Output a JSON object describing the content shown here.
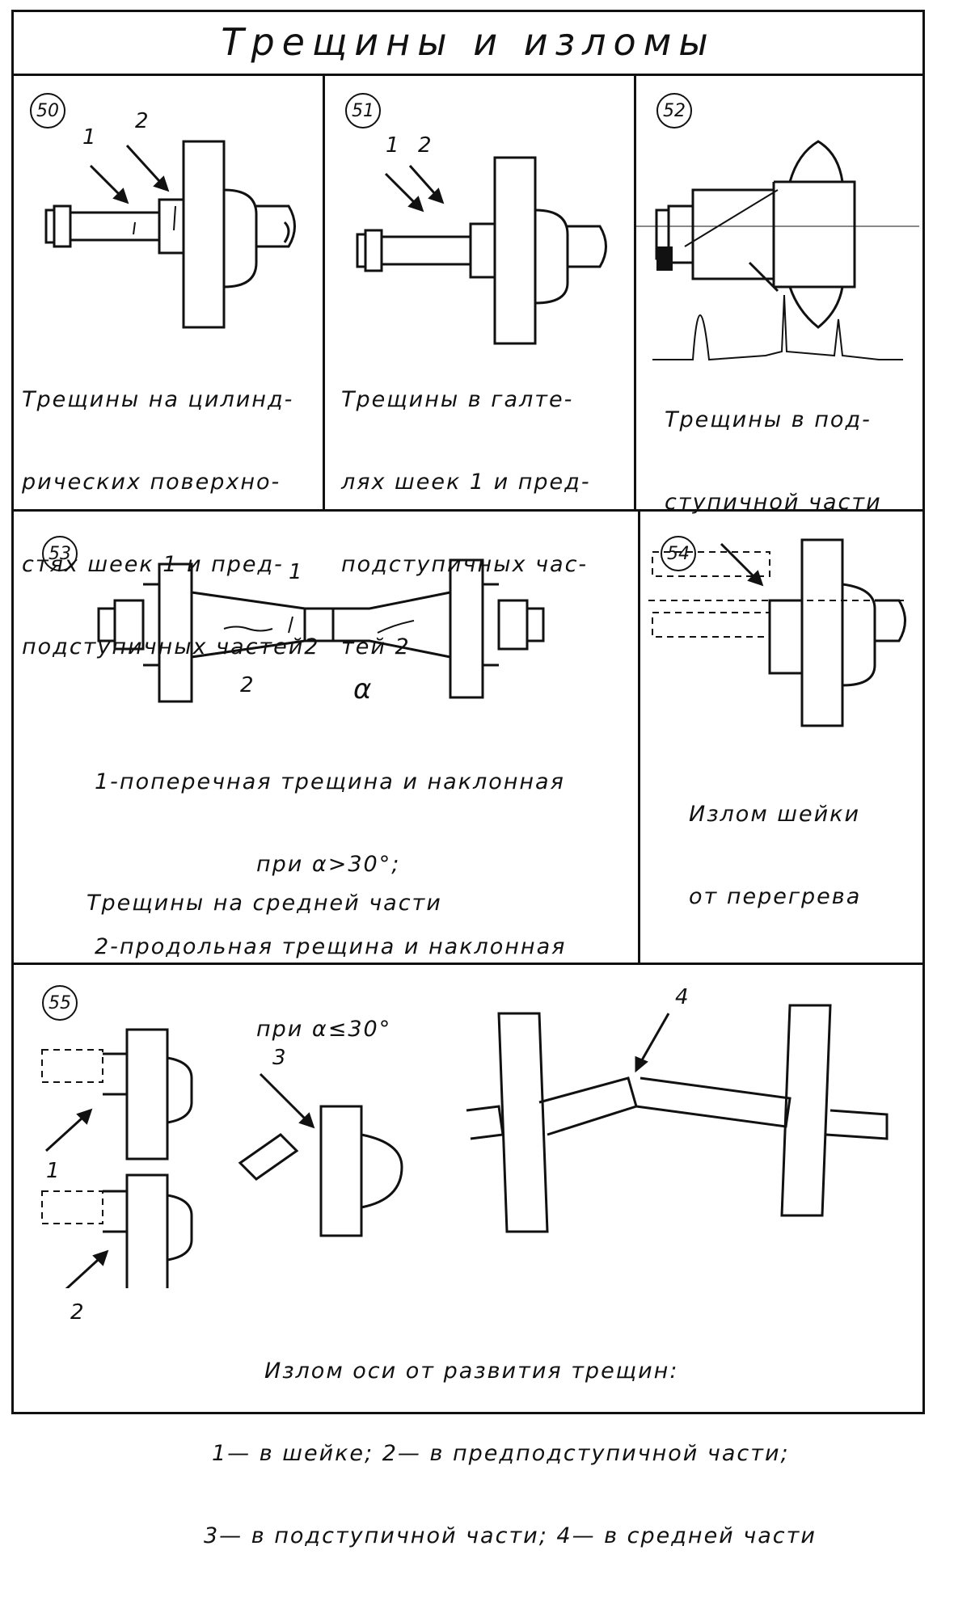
{
  "title": "Трещины и изломы",
  "panels": [
    {
      "num": "50",
      "labels": [
        "1",
        "2"
      ],
      "caption": [
        "Трещины на цилинд-",
        "рических поверхно-",
        "стях шеек 1 и пред-",
        "подступичных частей2"
      ]
    },
    {
      "num": "51",
      "labels": [
        "1",
        "2"
      ],
      "caption": [
        "Трещины в галте-",
        "лях шеек 1 и пред-",
        "подступичных час-",
        "тей 2"
      ]
    },
    {
      "num": "52",
      "caption": [
        "Трещины в под-",
        "ступичной части"
      ]
    },
    {
      "num": "53",
      "labels": [
        "1",
        "2",
        "α"
      ],
      "caption": [
        "1-поперечная трещина и наклонная",
        "при α>30°;",
        "2-продольная трещина и наклонная",
        "при α≤30°",
        "Трещины на средней части"
      ]
    },
    {
      "num": "54",
      "caption": [
        "Излом шейки",
        "от перегрева"
      ]
    },
    {
      "num": "55",
      "labels": [
        "1",
        "2",
        "3",
        "4"
      ],
      "caption": [
        "Излом оси от развития трещин:",
        "1— в шейке; 2— в предподступичной части;",
        "3— в подступичной части; 4— в средней части"
      ]
    }
  ]
}
